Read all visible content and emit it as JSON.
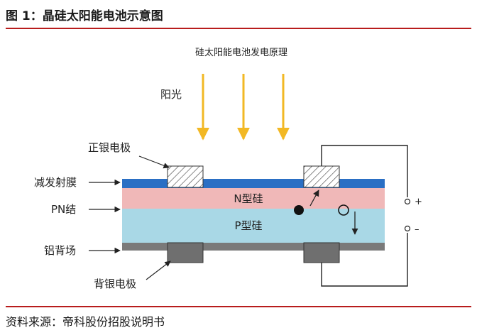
{
  "figure": {
    "title": "图 1：晶硅太阳能电池示意图",
    "source": "资料来源：帝科股份招股说明书"
  },
  "diagram": {
    "heading": "硅太阳能电池发电原理",
    "sunlight_label": "阳光",
    "front_electrode_label": "正银电极",
    "back_electrode_label": "背银电极",
    "antireflection_label": "减发射膜",
    "pn_junction_label": "PN结",
    "aluminum_back_label": "铝背场",
    "n_layer_label": "N型硅",
    "p_layer_label": "P型硅",
    "plus_terminal": "+",
    "minus_terminal": "–"
  },
  "colors": {
    "accent_rule": "#b81c1c",
    "sun_arrow": "#f2b824",
    "antireflection": "#2a6fc4",
    "n_silicon": "#f0b8b8",
    "p_silicon": "#a9d8e6",
    "aluminum_back": "#7a7a7a",
    "back_electrode": "#6f6f6f"
  }
}
